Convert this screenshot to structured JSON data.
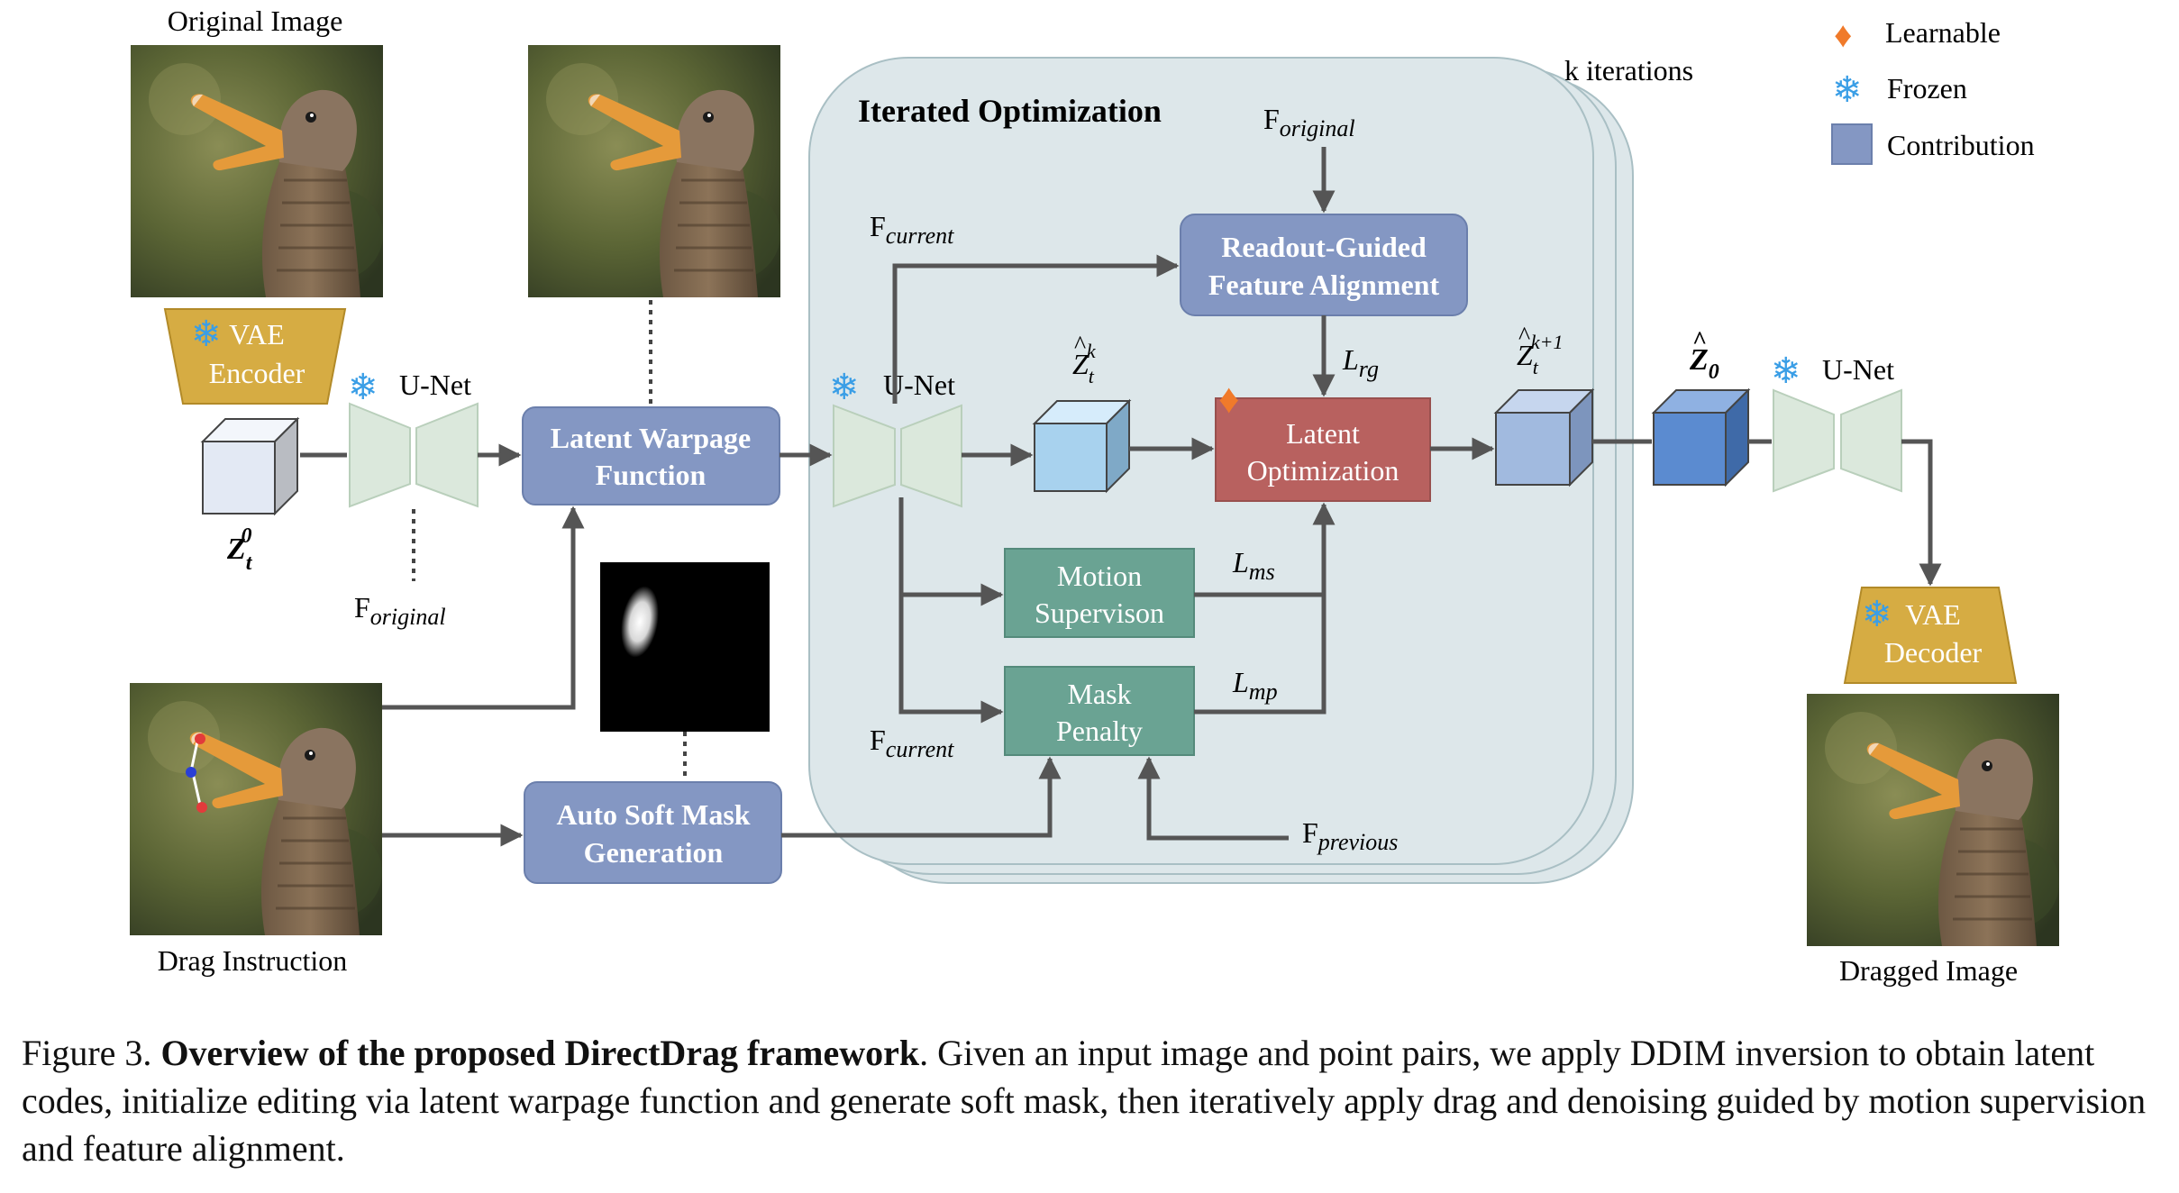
{
  "labels": {
    "original_image": "Original Image",
    "drag_instruction": "Drag Instruction",
    "dragged_image": "Dragged Image",
    "k_iterations": "k iterations",
    "iterated_optimization": "Iterated Optimization",
    "unet": "U-Net",
    "vae_encoder_1": "VAE",
    "vae_encoder_2": "Encoder",
    "vae_decoder_1": "VAE",
    "vae_decoder_2": "Decoder",
    "latent_warpage_1": "Latent Warpage",
    "latent_warpage_2": "Function",
    "auto_soft_mask_1": "Auto Soft Mask",
    "auto_soft_mask_2": "Generation",
    "readout_1": "Readout-Guided",
    "readout_2": "Feature Alignment",
    "latent_opt_1": "Latent",
    "latent_opt_2": "Optimization",
    "motion_1": "Motion",
    "motion_2": "Supervison",
    "mask_penalty_1": "Mask",
    "mask_penalty_2": "Penalty"
  },
  "math": {
    "F": "F",
    "sub_original": "original",
    "sub_current": "current",
    "sub_previous": "previous",
    "L": "L",
    "sub_rg": "rg",
    "sub_ms": "ms",
    "sub_mp": "mp",
    "Z": "Z",
    "sup_0": "0",
    "sub_t": "t",
    "sup_k": "k",
    "sup_k1": "k+1",
    "sub_0": "0"
  },
  "legend": {
    "learnable": "Learnable",
    "frozen": "Frozen",
    "contribution": "Contribution"
  },
  "caption": {
    "prefix": "Figure 3. ",
    "bold": "Overview of the proposed DirectDrag framework",
    "rest": ". Given an input image and point pairs, we apply DDIM inversion to obtain latent codes, initialize editing via latent warpage function and generate soft mask, then iteratively apply drag and denoising guided by motion supervision and feature alignment."
  },
  "colors": {
    "contribution_blue": "#8497c3",
    "unet_green": "#dbe8dc",
    "vae_gold": "#d6ac43",
    "module_teal": "#6aa393",
    "latent_opt_red": "#b8615f",
    "panel_bg": "#dde7ea",
    "arrow_gray": "#555555"
  }
}
